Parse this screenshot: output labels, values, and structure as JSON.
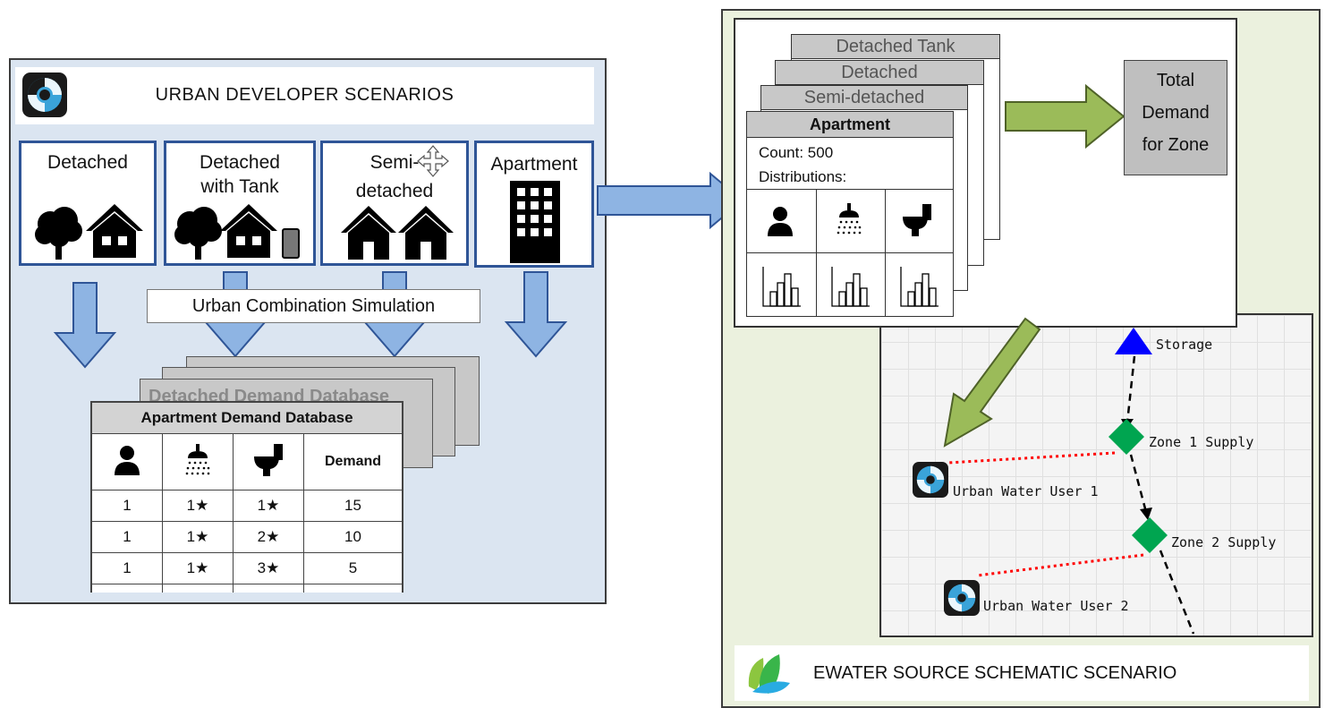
{
  "urban_developer": {
    "title": "URBAN DEVELOPER SCENARIOS",
    "cards": [
      {
        "label_line1": "Detached",
        "label_line2": ""
      },
      {
        "label_line1": "Detached",
        "label_line2": "with Tank"
      },
      {
        "label_line1": "Semi-",
        "label_line2": "detached"
      },
      {
        "label_line1": "Apartment",
        "label_line2": ""
      }
    ],
    "simulation_label": "Urban Combination Simulation",
    "back_database_label": "Detached Demand Database",
    "database": {
      "title": "Apartment Demand Database",
      "demand_header": "Demand",
      "rows": [
        [
          "1",
          "1★",
          "1★",
          "15"
        ],
        [
          "1",
          "1★",
          "2★",
          "10"
        ],
        [
          "1",
          "1★",
          "3★",
          "5"
        ]
      ]
    }
  },
  "ewater_source": {
    "title": "EWATER SOURCE SCHEMATIC SCENARIO",
    "stack_cards": [
      "Detached Tank",
      "Detached",
      "Semi-detached"
    ],
    "apartment_card": {
      "title": "Apartment",
      "count": "Count: 500",
      "distributions": "Distributions:"
    },
    "total_box": {
      "line1": "Total",
      "line2": "Demand",
      "line3": "for Zone"
    },
    "nodes": {
      "storage": "Storage",
      "zone1": "Zone 1 Supply",
      "zone2": "Zone 2 Supply",
      "user1": "Urban Water User 1",
      "user2": "Urban Water User 2"
    }
  },
  "colors": {
    "left_panel_bg": "#dbe5f1",
    "right_panel_bg": "#ebf1de",
    "card_border": "#2f5597",
    "blue_arrow": "#8eb4e3",
    "green_arrow": "#77933c",
    "storage_node": "#0000ff",
    "zone_node": "#00a550",
    "demand_link": "#ff0000"
  },
  "icons": [
    "tree-icon",
    "house-icon",
    "tank-icon",
    "building-icon",
    "person-icon",
    "shower-icon",
    "toilet-icon",
    "histogram-icon",
    "move-cursor-icon",
    "urban-developer-logo",
    "ewater-logo"
  ]
}
